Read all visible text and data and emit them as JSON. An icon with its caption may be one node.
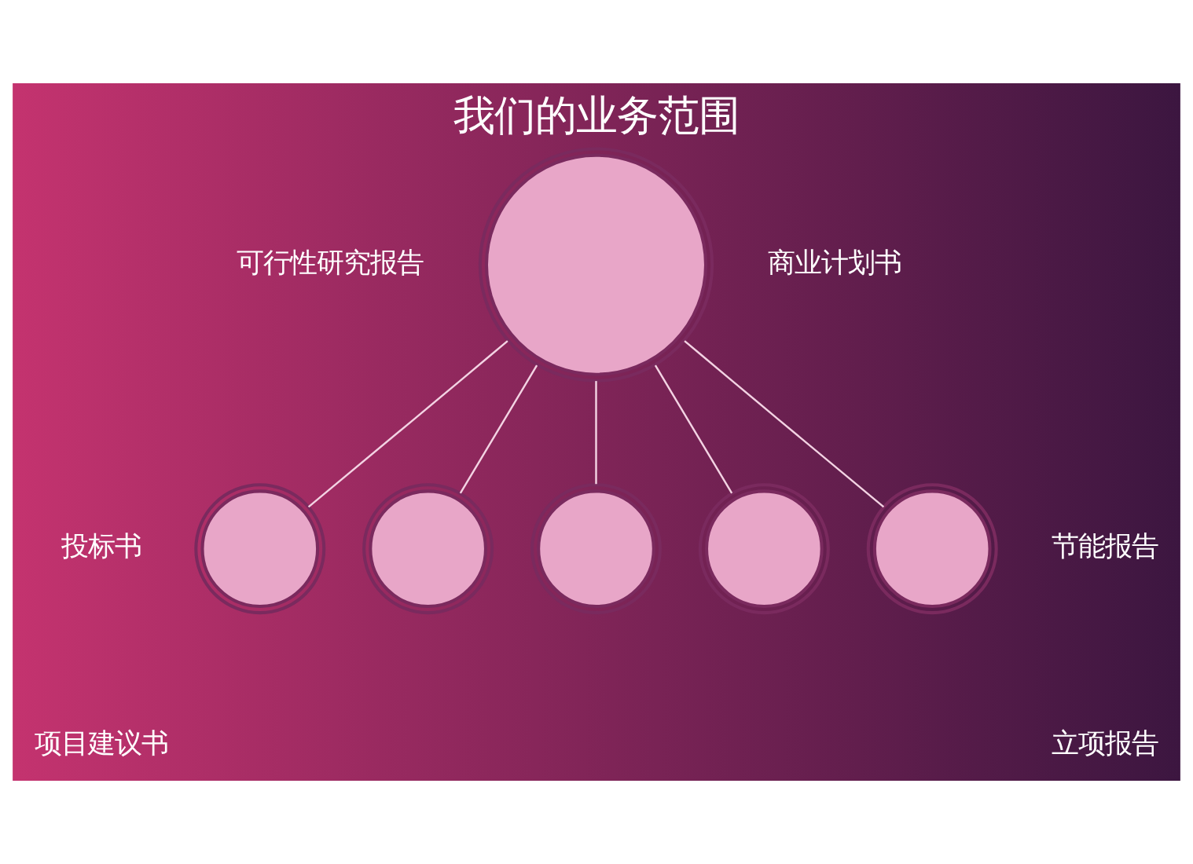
{
  "diagram": {
    "title": "我们的业务范围",
    "nodes": [
      {
        "text": [],
        "shape": "picture"
      },
      {
        "text": [],
        "shape": "picture"
      },
      {
        "text": [],
        "shape": "picture"
      },
      {
        "text": [],
        "shape": "picture"
      },
      {
        "text": [],
        "shape": "picture"
      },
      {
        "text": [],
        "shape": "picture"
      }
    ],
    "edges": [
      {
        "from": 0,
        "to": 1,
        "arrow": "none"
      },
      {
        "from": 0,
        "to": 2,
        "arrow": "none"
      },
      {
        "from": 0,
        "to": 3,
        "arrow": "none"
      },
      {
        "from": 0,
        "to": 4,
        "arrow": "none"
      },
      {
        "from": 0,
        "to": 5,
        "arrow": "none"
      }
    ],
    "labels": [
      "可行性研究报告",
      "商业计划书",
      "投标书",
      "节能报告",
      "项目建议书",
      "立项报告"
    ]
  }
}
